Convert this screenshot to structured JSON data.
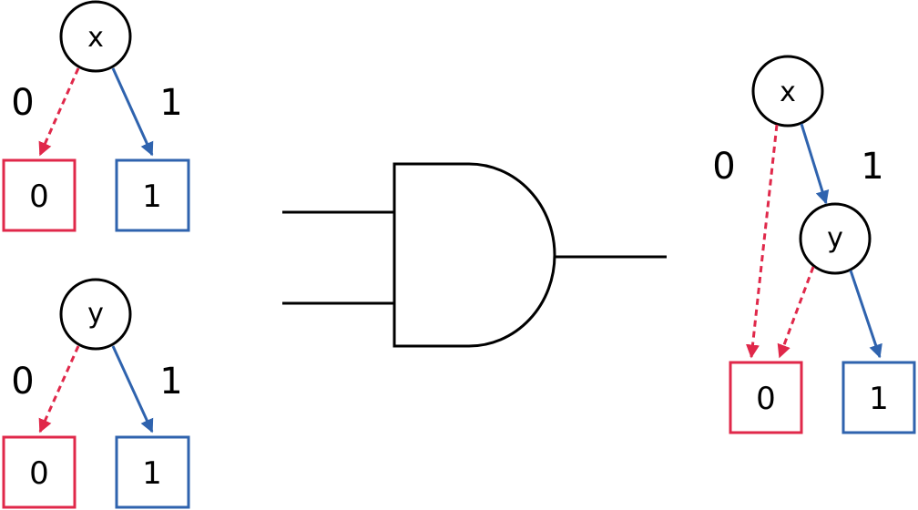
{
  "colors": {
    "zero_edge": "#e0284a",
    "one_edge": "#2f63ae",
    "node_stroke": "#000000"
  },
  "bdd_x": {
    "var_label": "x",
    "edge0_label": "0",
    "edge1_label": "1",
    "terminal0": "0",
    "terminal1": "1"
  },
  "bdd_y": {
    "var_label": "y",
    "edge0_label": "0",
    "edge1_label": "1",
    "terminal0": "0",
    "terminal1": "1"
  },
  "and_gate": {
    "icon": "and-gate-icon"
  },
  "bdd_result": {
    "x_label": "x",
    "y_label": "y",
    "edge0_label": "0",
    "edge1_label": "1",
    "terminal0": "0",
    "terminal1": "1"
  }
}
